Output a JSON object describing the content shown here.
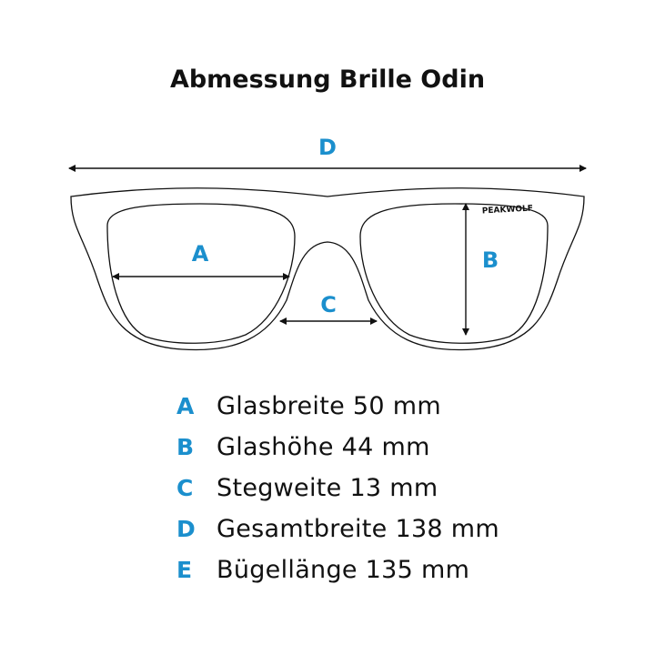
{
  "title": "Abmessung Brille Odin",
  "brand": "PEAKWOLF",
  "colors": {
    "accent": "#1b8fcd",
    "line": "#111111",
    "background": "#ffffff"
  },
  "labels": {
    "A": "A",
    "B": "B",
    "C": "C",
    "D": "D"
  },
  "legend": [
    {
      "letter": "A",
      "text": "Glasbreite 50 mm"
    },
    {
      "letter": "B",
      "text": "Glashöhe 44 mm"
    },
    {
      "letter": "C",
      "text": "Stegweite 13 mm"
    },
    {
      "letter": "D",
      "text": "Gesamtbreite 138 mm"
    },
    {
      "letter": "E",
      "text": "Bügellänge 135 mm"
    }
  ]
}
